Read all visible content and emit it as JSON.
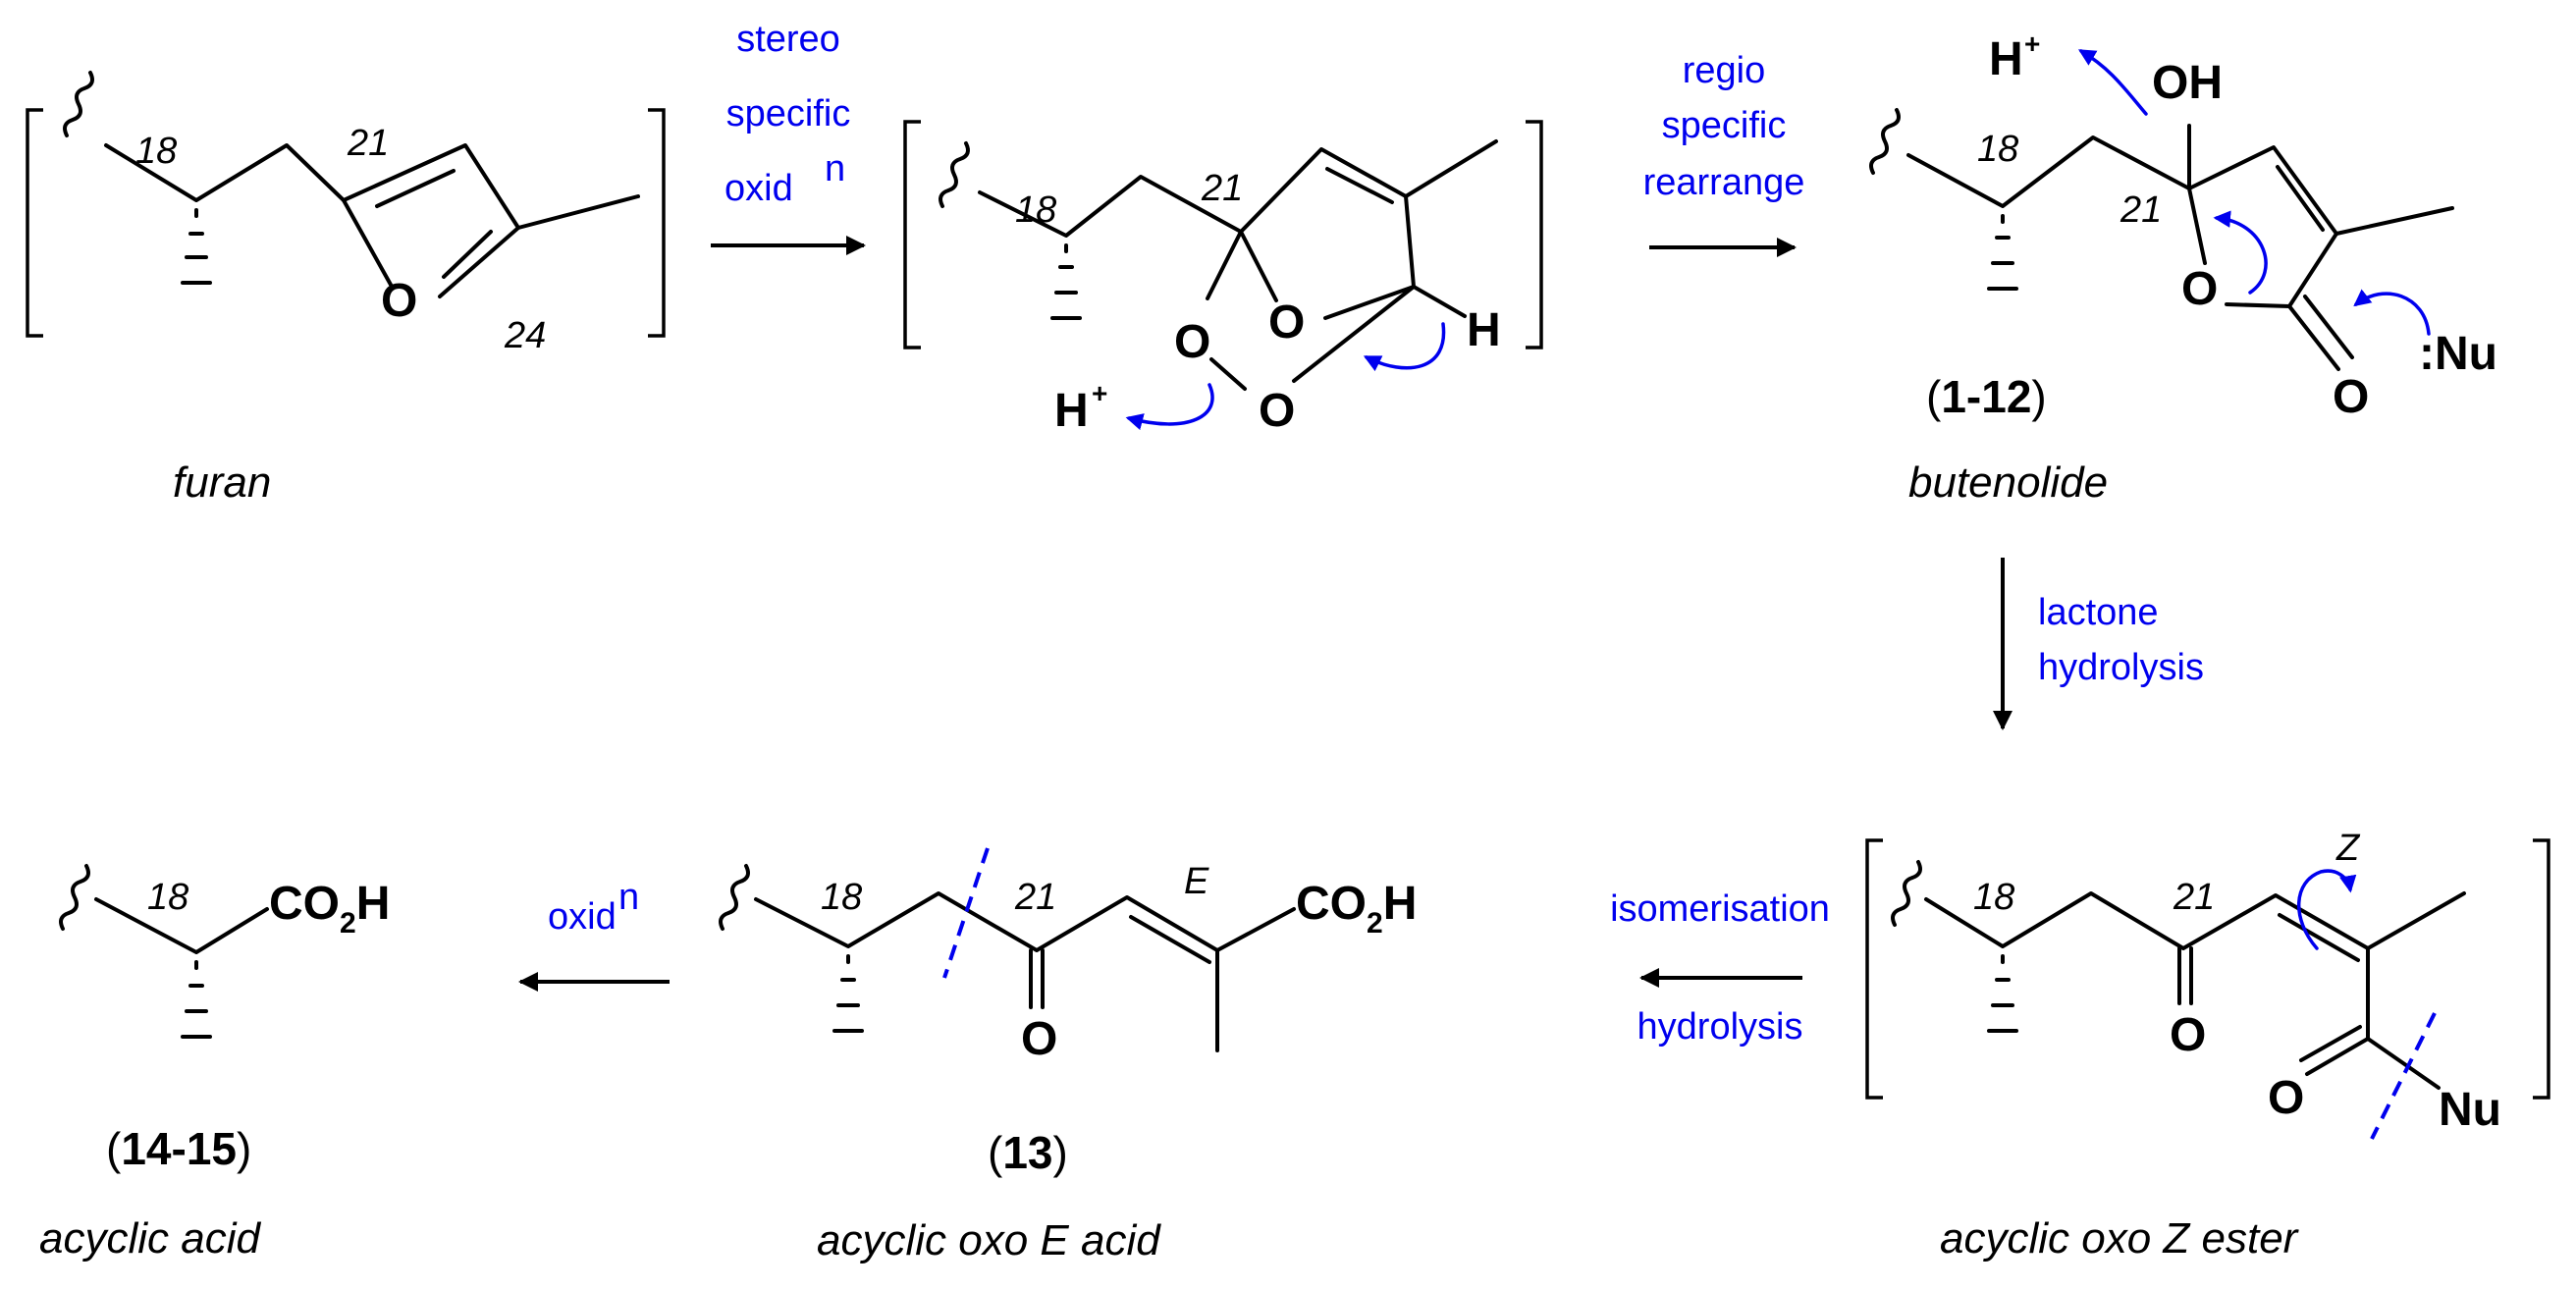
{
  "scheme": {
    "step1_lines": [
      "stereo",
      "specific",
      "oxid"
    ],
    "step1_sup": "n",
    "step2_lines": [
      "regio",
      "specific",
      "rearrange"
    ],
    "step3_lines": [
      "lactone",
      "hydrolysis"
    ],
    "step4_lines": [
      "isomerisation",
      "hydrolysis"
    ],
    "step5_text": "oxid",
    "step5_sup": "n",
    "captions": {
      "furan": "furan",
      "butenolide": "butenolide",
      "z_ester": "acyclic oxo Z ester",
      "e_acid": "acyclic oxo E acid",
      "acid": "acyclic acid"
    },
    "compounds": {
      "butenolide": "1-12",
      "e_acid": "13",
      "acid": "14-15"
    },
    "atoms": {
      "O": "O",
      "H": "H",
      "H_plus": "H",
      "plus": "+",
      "OH": "OH",
      "Nu_attack": ":Nu",
      "Nu": "Nu",
      "CO": "CO",
      "two": "2",
      "CO2H_H": "H"
    },
    "numbers": {
      "c18": "18",
      "c21": "21",
      "c24": "24",
      "E": "E",
      "Z": "Z"
    }
  }
}
